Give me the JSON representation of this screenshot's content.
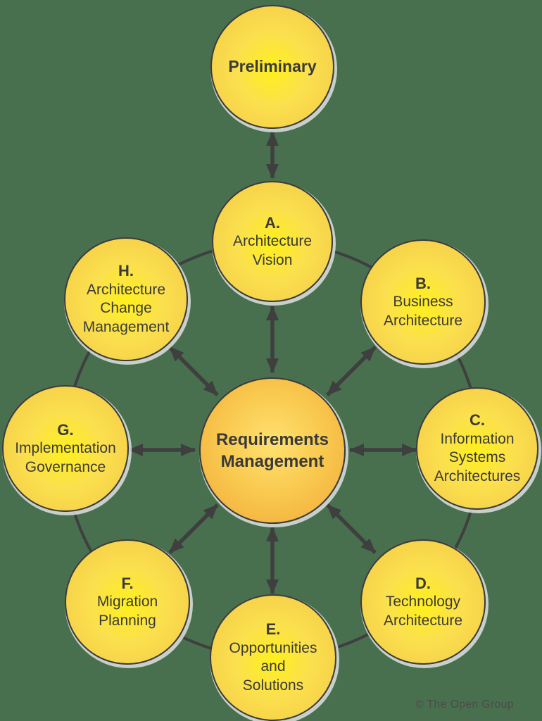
{
  "colors": {
    "background": "#48704E",
    "circle_fill_inner": "#FFF01C",
    "circle_fill_outer": "#F3C746",
    "center_fill_inner": "#FFE170",
    "center_fill_outer": "#F0A83A",
    "outline": "#3B3B3B",
    "arrow": "#3F3F3F",
    "text": "#3A3A3A"
  },
  "preliminary": {
    "label": "Preliminary"
  },
  "center_circle": {
    "label": "Requirements\nManagement"
  },
  "phases": {
    "a": {
      "letter": "A.",
      "title": "Architecture\nVision"
    },
    "b": {
      "letter": "B.",
      "title": "Business\nArchitecture"
    },
    "c": {
      "letter": "C.",
      "title": "Information\nSystems\nArchitectures"
    },
    "d": {
      "letter": "D.",
      "title": "Technology\nArchitecture"
    },
    "e": {
      "letter": "E.",
      "title": "Opportunities\nand\nSolutions"
    },
    "f": {
      "letter": "F.",
      "title": "Migration\nPlanning"
    },
    "g": {
      "letter": "G.",
      "title": "Implementation\nGovernance"
    },
    "h": {
      "letter": "H.",
      "title": "Architecture\nChange\nManagement"
    }
  },
  "footer": {
    "copyright": "© The Open Group"
  }
}
